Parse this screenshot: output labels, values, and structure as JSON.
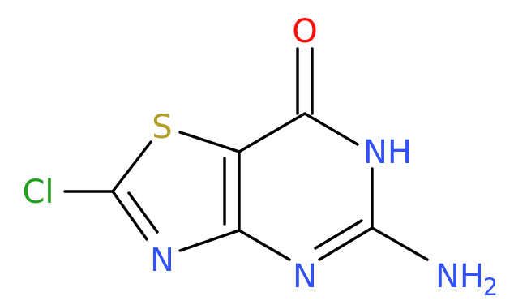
{
  "molecule": {
    "atoms": {
      "O": {
        "text": "O",
        "color": "#ff0d0d"
      },
      "S": {
        "text": "S",
        "color": "#b2a02a"
      },
      "NH_h": {
        "text": "NH",
        "color": "#3050f8"
      },
      "Cl": {
        "text": "Cl",
        "color": "#1fa01f"
      },
      "N_left": {
        "text": "N",
        "color": "#3050f8"
      },
      "N_bottom": {
        "text": "N",
        "color": "#3050f8"
      },
      "NH2": {
        "text": "NH",
        "sub": "2",
        "color": "#3050f8"
      }
    },
    "bond_color": "#000000"
  }
}
